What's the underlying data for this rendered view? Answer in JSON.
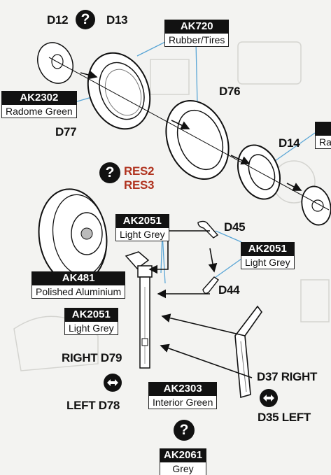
{
  "parts": {
    "d12": "D12",
    "d13": "D13",
    "d76": "D76",
    "d77": "D77",
    "d14": "D14",
    "d45": "D45",
    "d44": "D44",
    "d79": "RIGHT D79",
    "d78": "LEFT D78",
    "d37": "D37 RIGHT",
    "d35": "D35 LEFT"
  },
  "optional": {
    "mark": "?",
    "res2": "RES2",
    "res3": "RES3"
  },
  "paints": [
    {
      "code": "AK720",
      "name": "Rubber/Tires"
    },
    {
      "code": "AK2302",
      "name": "Radome Green"
    },
    {
      "code": "AK2051",
      "name": "Light Grey"
    },
    {
      "code": "AK2051",
      "name": "Light Grey"
    },
    {
      "code": "AK481",
      "name": "Polished Aluminium"
    },
    {
      "code": "AK2051",
      "name": "Light Grey"
    },
    {
      "code": "AK2303",
      "name": "Interior Green"
    },
    {
      "code": "AK2061",
      "name": "Grey"
    },
    {
      "code": "",
      "name": "Ra"
    }
  ],
  "colors": {
    "ink": "#111111",
    "callout_line": "#5aa6d6",
    "optional_red": "#b0331f"
  }
}
